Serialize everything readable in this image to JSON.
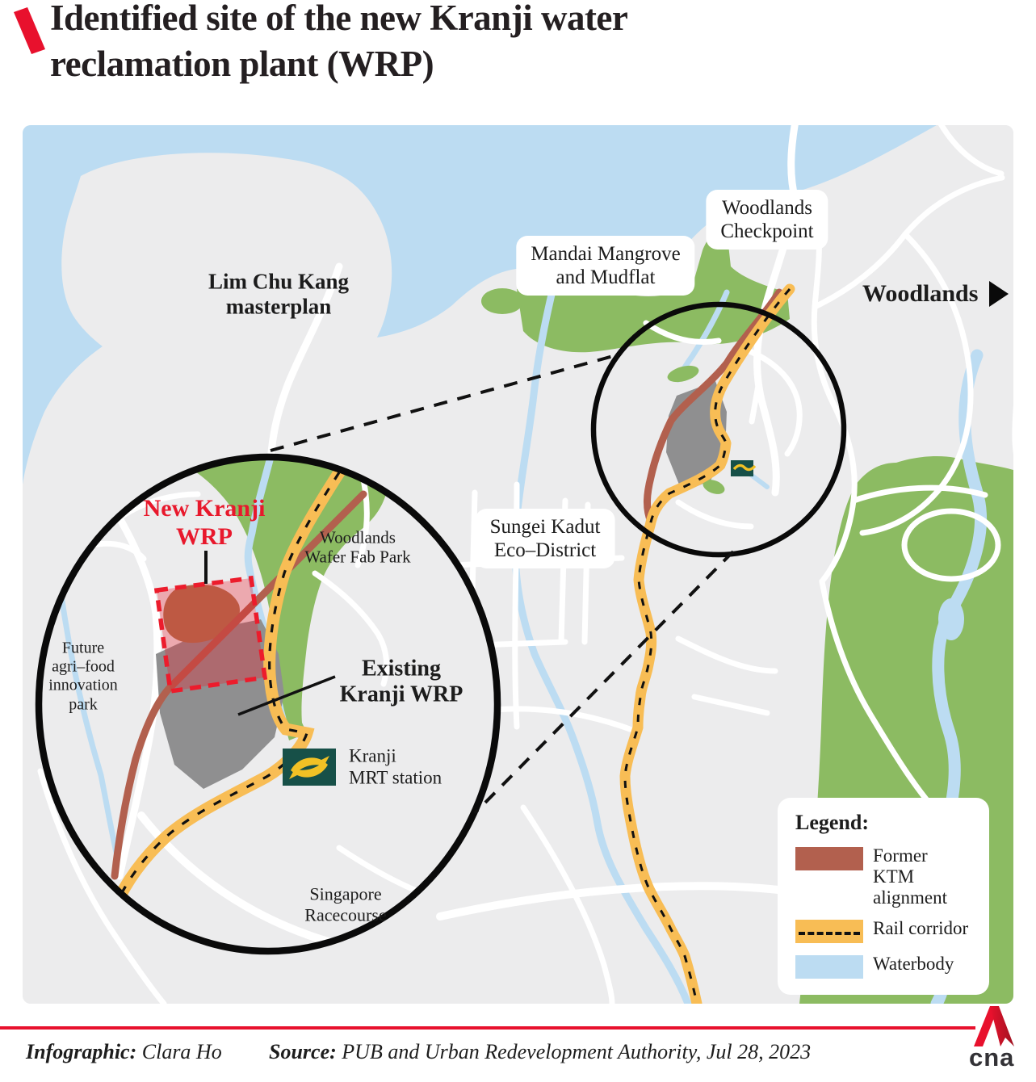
{
  "header": {
    "title_line1": "Identified site of the new Kranji water",
    "title_line2": "reclamation plant (WRP)"
  },
  "map": {
    "labels": {
      "lim_chu_kang": "Lim Chu Kang\nmasterplan",
      "mandai": "Mandai Mangrove\nand Mudflat",
      "woodlands_checkpoint": "Woodlands\nCheckpoint",
      "woodlands": "Woodlands",
      "sungei_kadut": "Sungei Kadut\nEco–District",
      "new_kranji_wrp": "New Kranji\nWRP",
      "wafer_fab": "Woodlands\nWafer Fab Park",
      "existing_wrp": "Existing\nKranji WRP",
      "future_agri": "Future\nagri–food\ninnovation\npark",
      "kranji_mrt": "Kranji\nMRT station",
      "racecourse": "Singapore\nRacecourse"
    },
    "legend": {
      "title": "Legend:",
      "items": [
        {
          "label": "Former KTM alignment",
          "color": "#b2604e"
        },
        {
          "label": "Rail corridor",
          "color": "#f8bd55"
        },
        {
          "label": "Waterbody",
          "color": "#bcdcf2"
        }
      ]
    }
  },
  "footer": {
    "infographic_label": "Infographic:",
    "infographic_credit": "Clara Ho",
    "source_label": "Source:",
    "source_credit": "PUB and Urban Redevelopment Authority, Jul 28, 2023",
    "logo_text": "cna"
  },
  "colors": {
    "accent_red": "#e8112d",
    "site_red": "#ec1c2c",
    "map_land": "#ececed",
    "map_water": "#bcdcf2",
    "map_green": "#8cbb62",
    "rail_orange": "#f8bd55",
    "ktm_brown": "#b2604e",
    "existing_wrp_gray": "#8f8f90",
    "mrt_teal": "#175048",
    "mrt_gold": "#f2c125"
  }
}
